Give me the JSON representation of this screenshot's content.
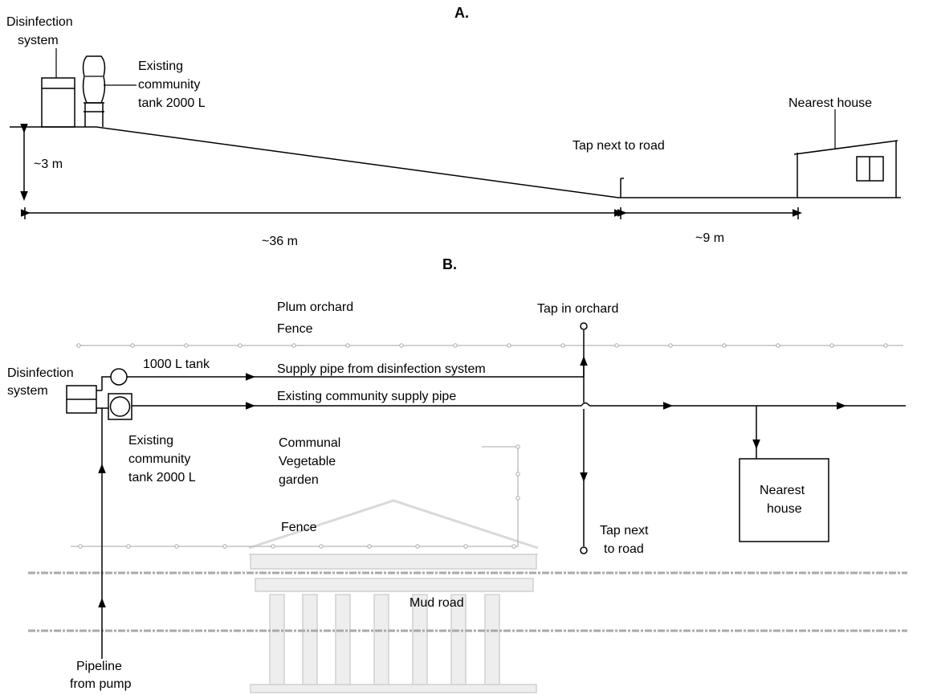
{
  "panel_a": {
    "title": "A.",
    "labels": {
      "disinfection_line1": "Disinfection",
      "disinfection_line2": "system",
      "tank_line1": "Existing",
      "tank_line2": "community",
      "tank_line3": "tank 2000 L",
      "nearest_house": "Nearest house",
      "tap_road": "Tap next to road",
      "height": "~3 m",
      "dist_36": "~36 m",
      "dist_9": "~9 m"
    }
  },
  "panel_b": {
    "title": "B.",
    "labels": {
      "plum_orchard": "Plum orchard",
      "fence_top": "Fence",
      "tap_orchard": "Tap in orchard",
      "disinfection_line1": "Disinfection",
      "disinfection_line2": "system",
      "tank_1000": "1000 L tank",
      "supply_pipe": "Supply pipe from disinfection system",
      "community_pipe": "Existing community supply pipe",
      "tank_line1": "Existing",
      "tank_line2": "community",
      "tank_line3": "tank 2000 L",
      "garden_line1": "Communal",
      "garden_line2": "Vegetable",
      "garden_line3": "garden",
      "house_line1": "Nearest",
      "house_line2": "house",
      "fence_bottom": "Fence",
      "tap_road_line1": "Tap next",
      "tap_road_line2": "to road",
      "mud_road": "Mud road",
      "pipeline_line1": "Pipeline",
      "pipeline_line2": "from pump"
    }
  }
}
